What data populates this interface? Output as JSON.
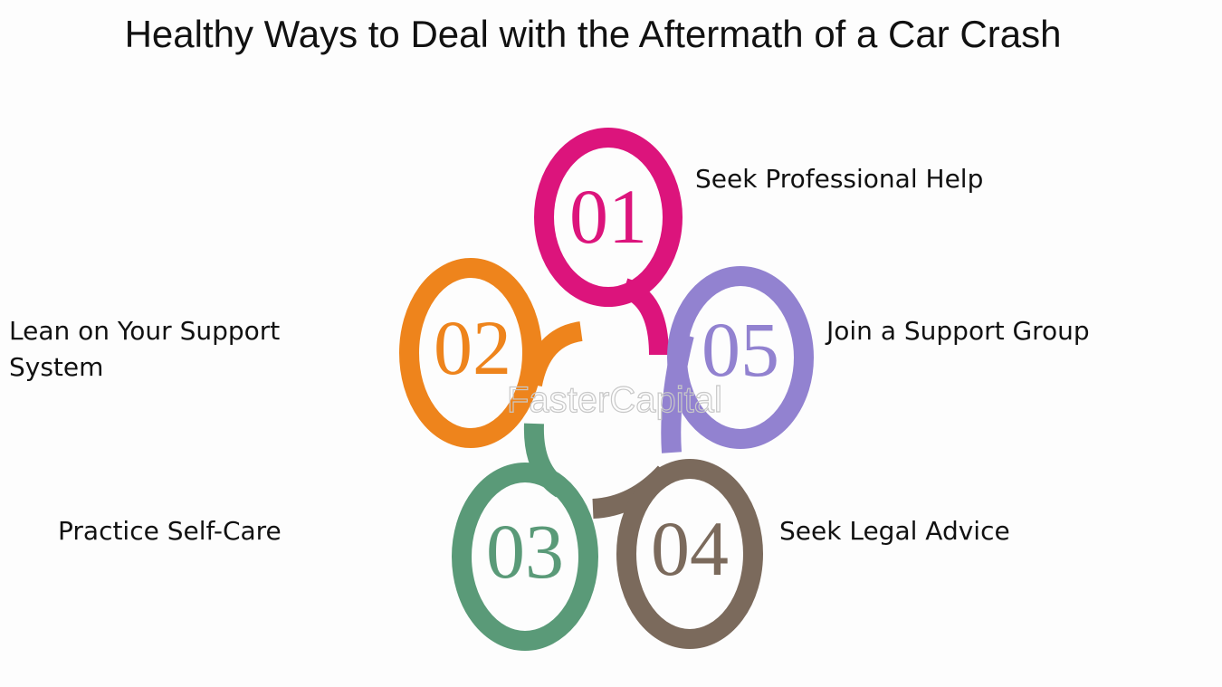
{
  "title": "Healthy Ways to Deal with the Aftermath of a Car Crash",
  "watermark": "FasterCapital",
  "steps": [
    {
      "number": "01",
      "label": "Seek Professional Help",
      "color": "#dc147c"
    },
    {
      "number": "02",
      "label_line1": "Lean on Your Support",
      "label_line2": "System",
      "color": "#ee841c"
    },
    {
      "number": "03",
      "label": "Practice Self-Care",
      "color": "#5a9a78"
    },
    {
      "number": "04",
      "label": "Seek Legal Advice",
      "color": "#7b6a5c"
    },
    {
      "number": "05",
      "label": "Join a Support Group",
      "color": "#9282d0"
    }
  ]
}
